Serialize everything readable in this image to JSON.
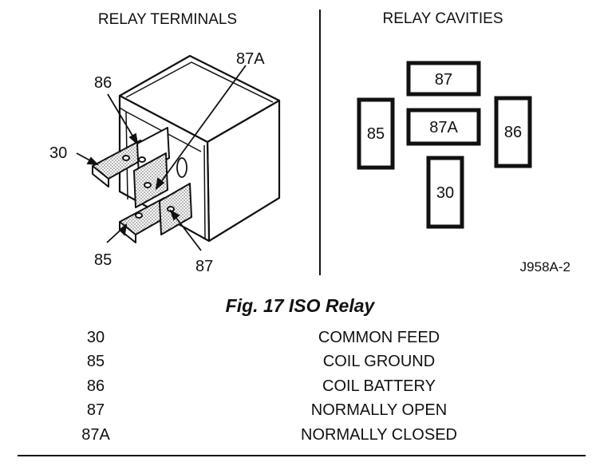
{
  "headers": {
    "terminals": "RELAY TERMINALS",
    "cavities": "RELAY CAVITIES"
  },
  "terminal_labels": {
    "t86": "86",
    "t87a": "87A",
    "t30": "30",
    "t85": "85",
    "t87": "87"
  },
  "cavity_labels": {
    "c87": "87",
    "c87a": "87A",
    "c85": "85",
    "c86": "86",
    "c30": "30"
  },
  "figure_code": "J958A-2",
  "caption": "Fig. 17 ISO Relay",
  "legend": [
    {
      "terminal": "30",
      "description": "COMMON FEED"
    },
    {
      "terminal": "85",
      "description": "COIL GROUND"
    },
    {
      "terminal": "86",
      "description": "COIL BATTERY"
    },
    {
      "terminal": "87",
      "description": "NORMALLY OPEN"
    },
    {
      "terminal": "87A",
      "description": "NORMALLY CLOSED"
    }
  ]
}
